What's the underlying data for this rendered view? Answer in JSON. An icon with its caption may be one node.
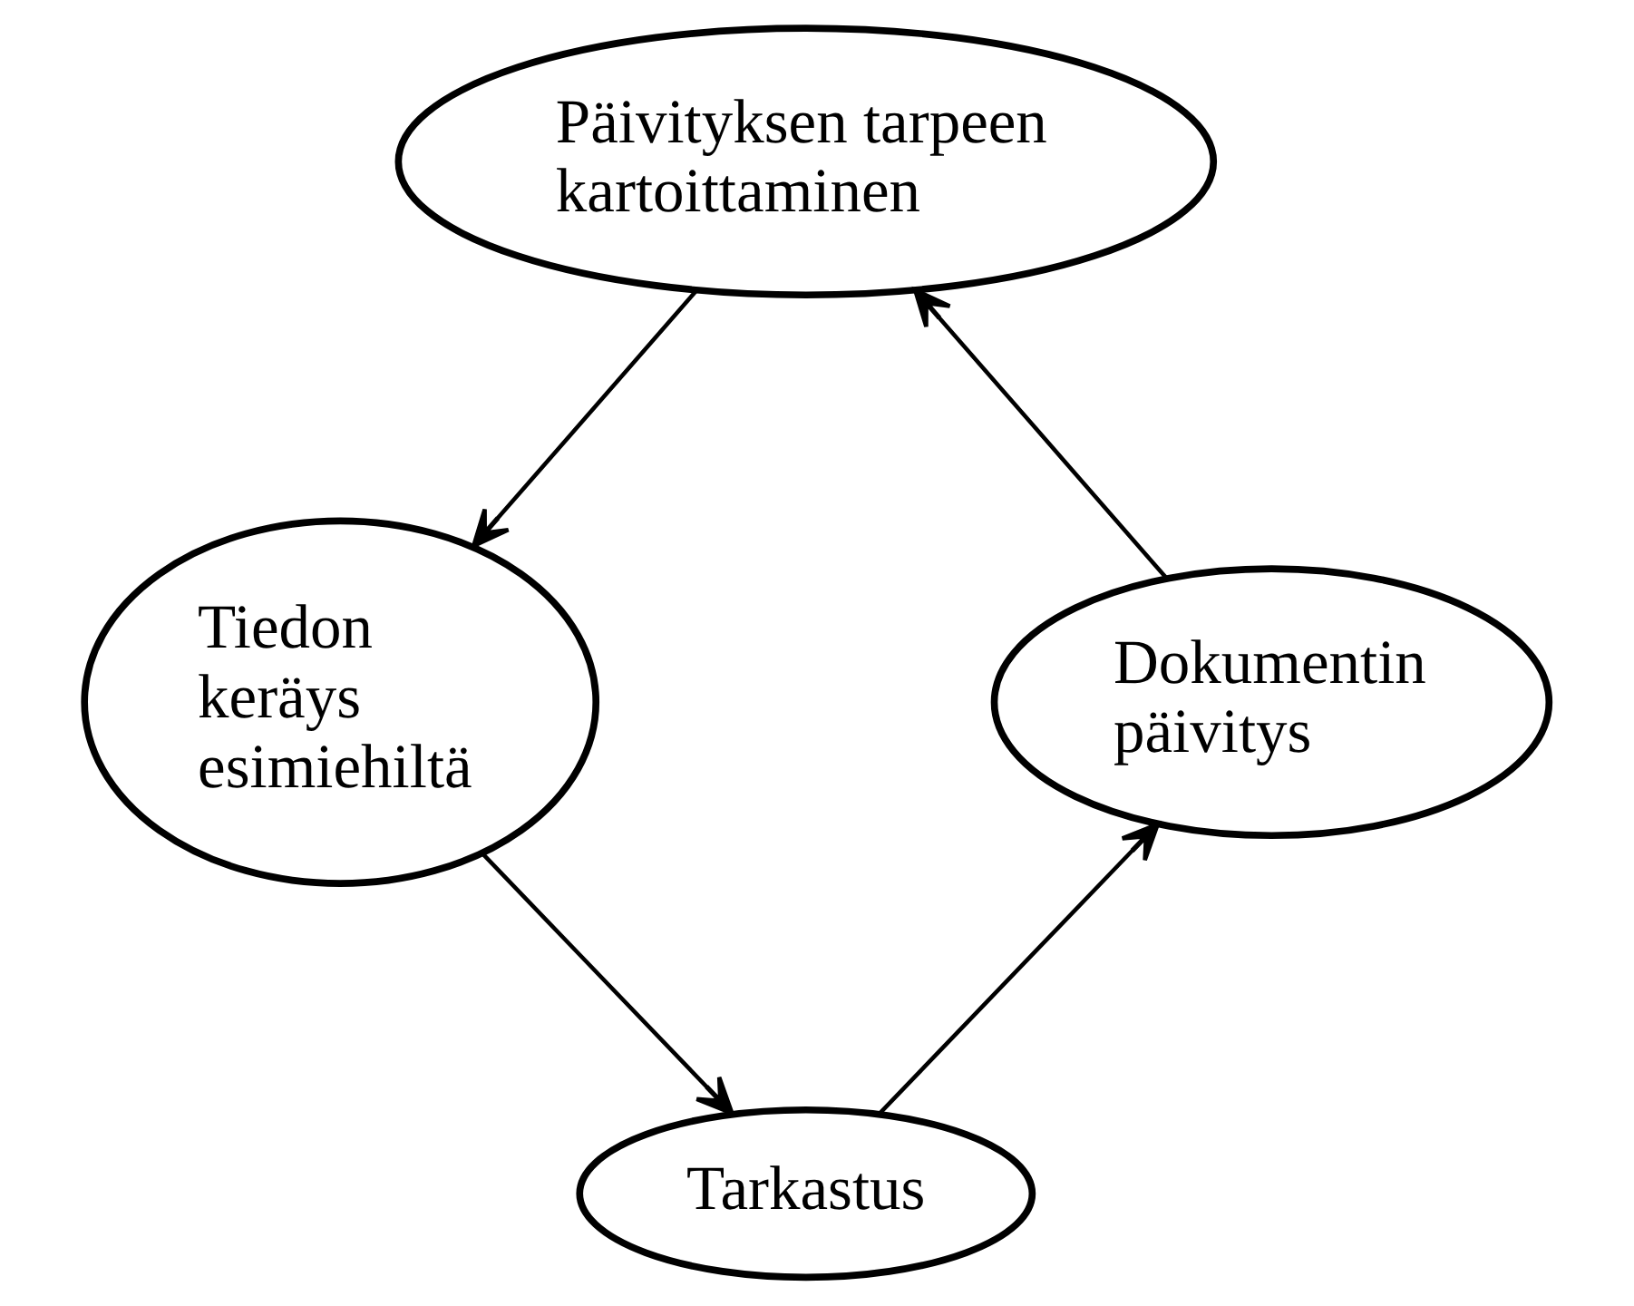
{
  "diagram": {
    "nodes": [
      {
        "text": [
          "Päivityksen tarpeen kartoittaminen"
        ]
      },
      {
        "text": [
          "Tiedon keräys esimiehiltä"
        ]
      },
      {
        "text": [
          "Tarkastus"
        ]
      },
      {
        "text": [
          "Dokumentin päivitys"
        ]
      }
    ],
    "edges": [
      {
        "from": 0,
        "to": 1,
        "arrow": "to"
      },
      {
        "from": 1,
        "to": 2,
        "arrow": "to"
      },
      {
        "from": 2,
        "to": 3,
        "arrow": "to"
      },
      {
        "from": 3,
        "to": 0,
        "arrow": "to"
      }
    ]
  }
}
